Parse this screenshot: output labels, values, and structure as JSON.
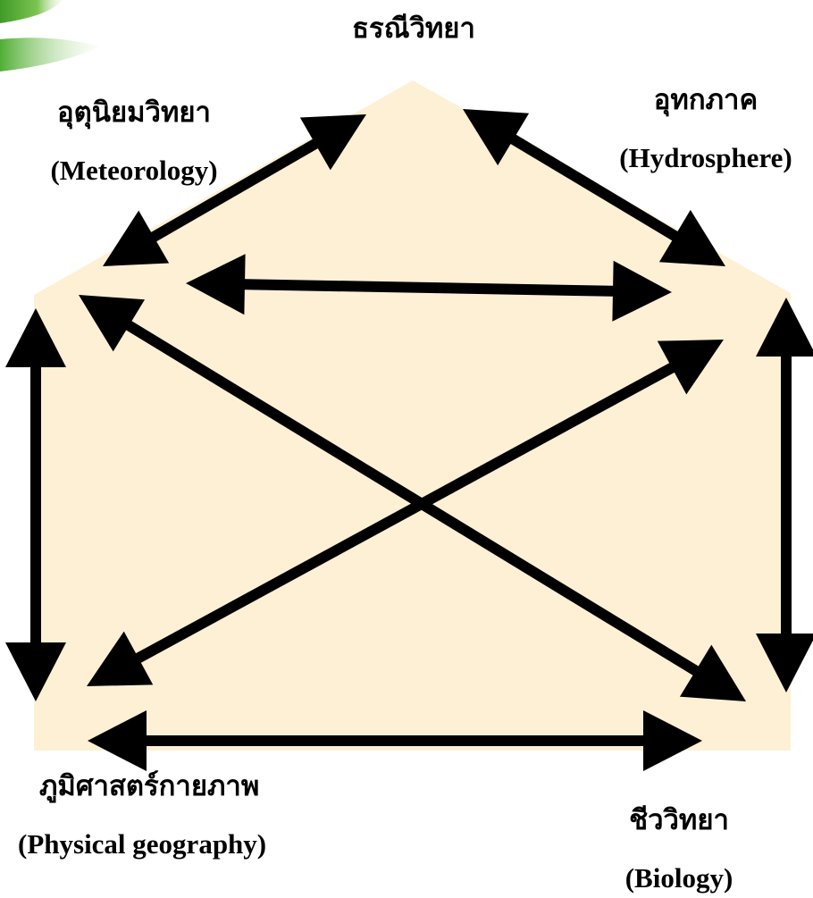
{
  "colors": {
    "pentagon_fill": "#fdf0d5",
    "arrow": "#000000",
    "leaf_green": "#4fae32",
    "leaf_light": "#c6e6a8",
    "text": "#000000"
  },
  "decoration": {
    "corner_graphic": "green-leaf-swoosh"
  },
  "nodes": {
    "top": {
      "thai": "ธรณีวิทยา"
    },
    "upper_left": {
      "thai": "อุตุนิยมวิทยา",
      "english": "(Meteorology)"
    },
    "upper_right": {
      "thai": "อุทกภาค",
      "english": "(Hydrosphere)"
    },
    "lower_left": {
      "thai": "ภูมิศาสตร์กายภาพ",
      "english": "(Physical geography)"
    },
    "lower_right": {
      "thai": "ชีววิทยา",
      "english": "(Biology)"
    }
  },
  "connections": [
    {
      "from": "top",
      "to": "upper_left",
      "type": "bidirectional"
    },
    {
      "from": "top",
      "to": "upper_right",
      "type": "bidirectional"
    },
    {
      "from": "upper_left",
      "to": "upper_right",
      "type": "bidirectional"
    },
    {
      "from": "upper_left",
      "to": "lower_left",
      "type": "bidirectional"
    },
    {
      "from": "upper_right",
      "to": "lower_right",
      "type": "bidirectional"
    },
    {
      "from": "lower_left",
      "to": "lower_right",
      "type": "bidirectional"
    },
    {
      "from": "upper_left",
      "to": "lower_right",
      "type": "bidirectional"
    },
    {
      "from": "upper_right",
      "to": "lower_left",
      "type": "bidirectional"
    }
  ]
}
